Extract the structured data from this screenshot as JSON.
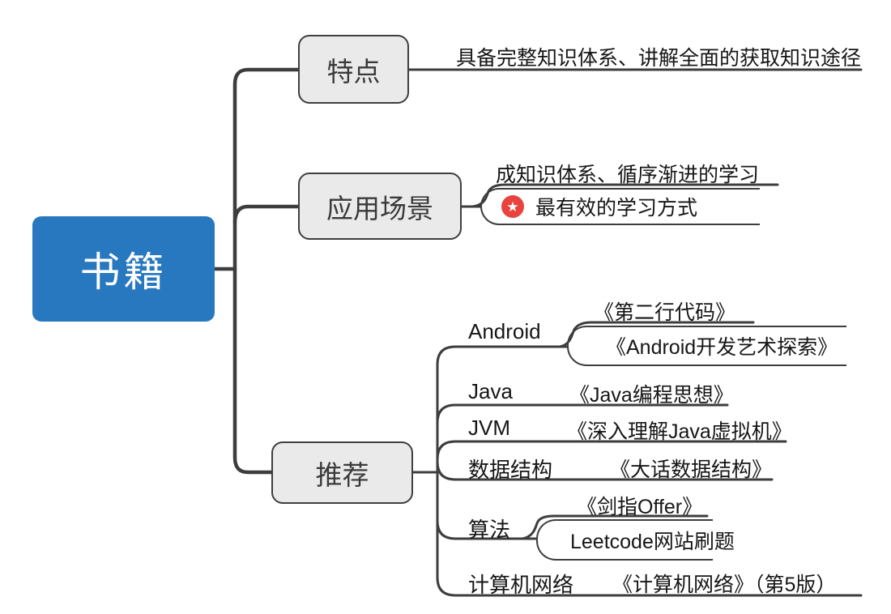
{
  "root": {
    "label": "书籍"
  },
  "colors": {
    "root_bg": "#2878bf",
    "node_bg": "#eaeaea",
    "line": "#3d3d3d",
    "star_badge": "#e8433f"
  },
  "icons": {
    "star": "★"
  },
  "branches": [
    {
      "label": "特点",
      "children": [
        {
          "text": "具备完整知识体系、讲解全面的获取知识途径"
        }
      ]
    },
    {
      "label": "应用场景",
      "children": [
        {
          "text": "成知识体系、循序渐进的学习"
        },
        {
          "text": "最有效的学习方式",
          "icon": "star-badge-icon"
        }
      ]
    },
    {
      "label": "推荐",
      "children": [
        {
          "label": "Android",
          "books": [
            "《第二行代码》",
            "《Android开发艺术探索》"
          ]
        },
        {
          "label": "Java",
          "books": [
            "《Java编程思想》"
          ]
        },
        {
          "label": "JVM",
          "books": [
            "《深入理解Java虚拟机》"
          ]
        },
        {
          "label": "数据结构",
          "books": [
            "《大话数据结构》"
          ]
        },
        {
          "label": "算法",
          "books": [
            "《剑指Offer》",
            "Leetcode网站刷题"
          ]
        },
        {
          "label": "计算机网络",
          "books": [
            "《计算机网络》（第5版）"
          ]
        }
      ]
    }
  ]
}
